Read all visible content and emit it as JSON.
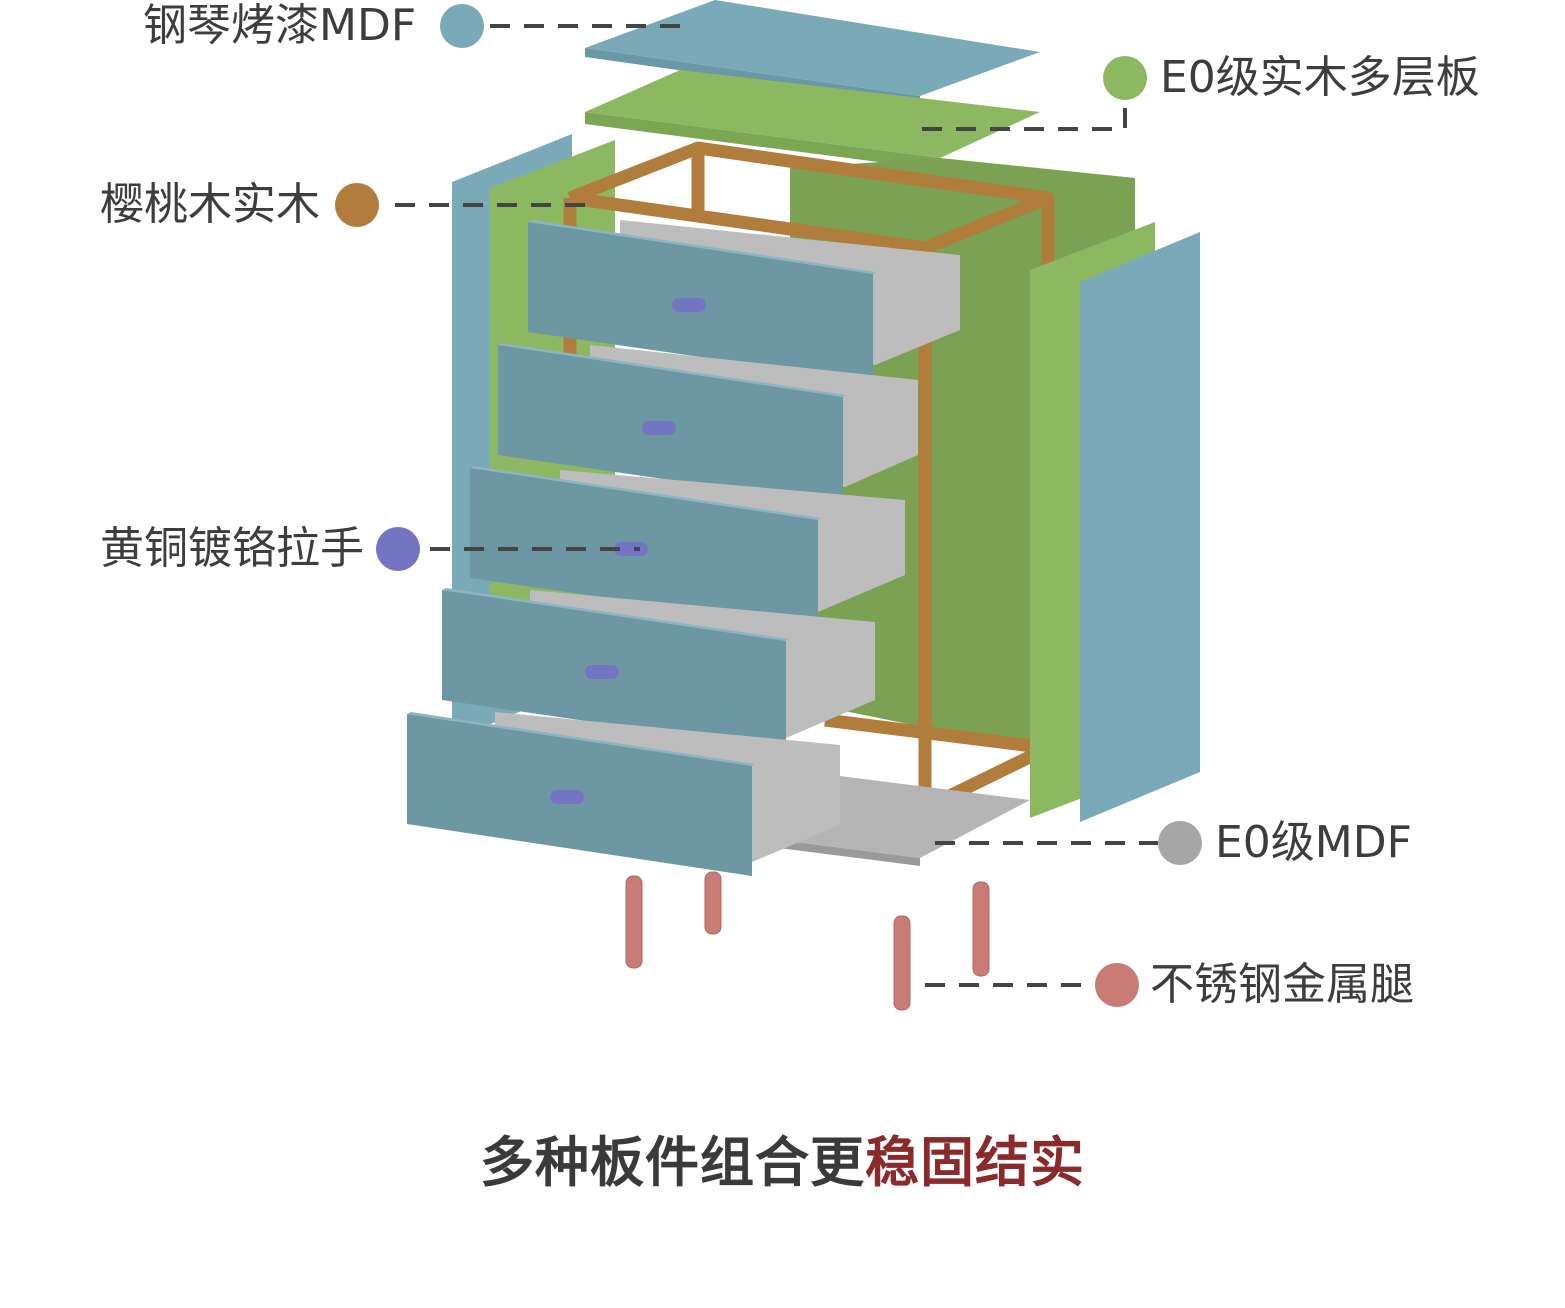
{
  "labels": {
    "piano_lacquer": "钢琴烤漆MDF",
    "e0_plywood": "E0级实木多层板",
    "cherry_wood": "樱桃木实木",
    "handle": "黄铜镀铬拉手",
    "e0_mdf": "E0级MDF",
    "steel_legs": "不锈钢金属腿"
  },
  "headline": {
    "part1": "多种板件组合更",
    "part2": "稳固结实"
  },
  "colors": {
    "lacquer_blue": "#7aa9b7",
    "plywood_green": "#8db862",
    "cherry_brown": "#b07d3c",
    "handle_purple": "#7375c2",
    "mdf_gray": "#a6a6a6",
    "legs_red": "#c97b76",
    "headline_accent": "#8b2a2a"
  }
}
